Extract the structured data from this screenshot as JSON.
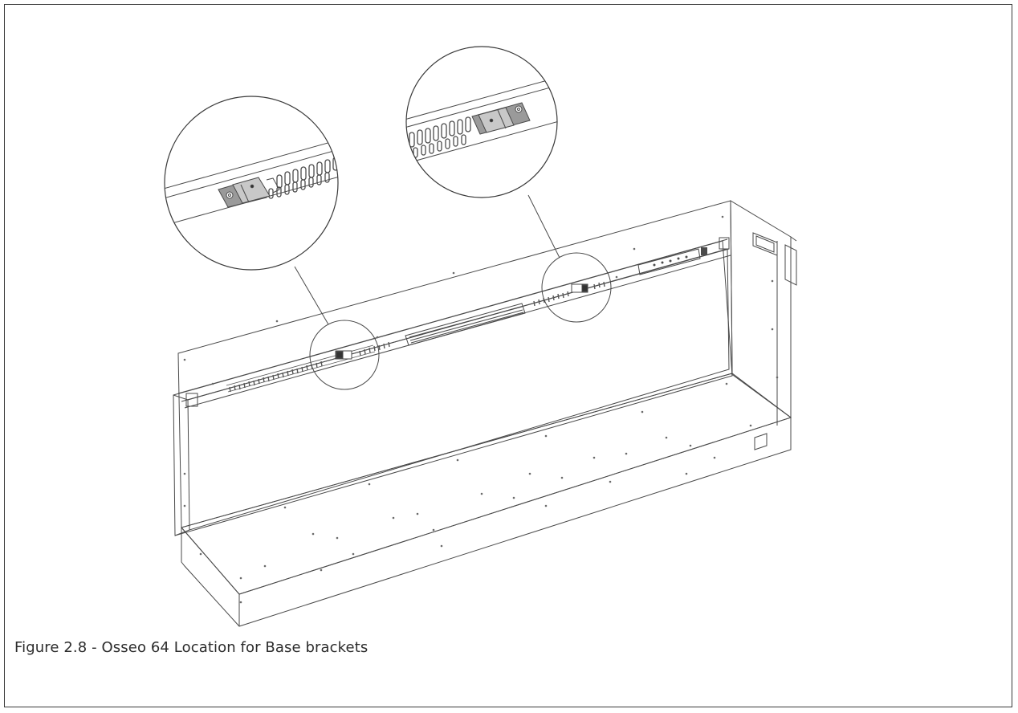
{
  "figure": {
    "caption": "Figure 2.8 - Osseo 64 Location for Base brackets"
  },
  "callouts": [
    {
      "name": "left-base-bracket",
      "icon": "magnifier-detail-icon"
    },
    {
      "name": "right-base-bracket",
      "icon": "magnifier-detail-icon"
    }
  ],
  "colors": {
    "line": "#4a4a4a",
    "frame": "#3a3a3a",
    "bracket_fill": "#9a9a9a",
    "background": "#ffffff"
  }
}
